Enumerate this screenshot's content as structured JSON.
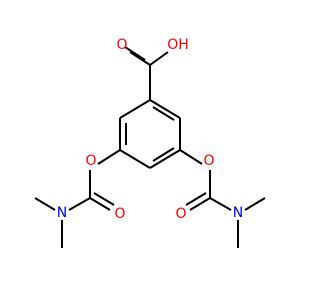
{
  "structure": {
    "atom_colors": {
      "O": "#ff0000",
      "N": "#0000ff"
    },
    "labels": {
      "carboxyl_hydroxyl": "OH",
      "carbonyl_oxygen": "O",
      "ether_oxygen_left": "O",
      "ether_oxygen_right": "O",
      "carbamate_oxygen_left": "O",
      "carbamate_oxygen_right": "O",
      "nitrogen_left": "N",
      "nitrogen_right": "N"
    }
  }
}
